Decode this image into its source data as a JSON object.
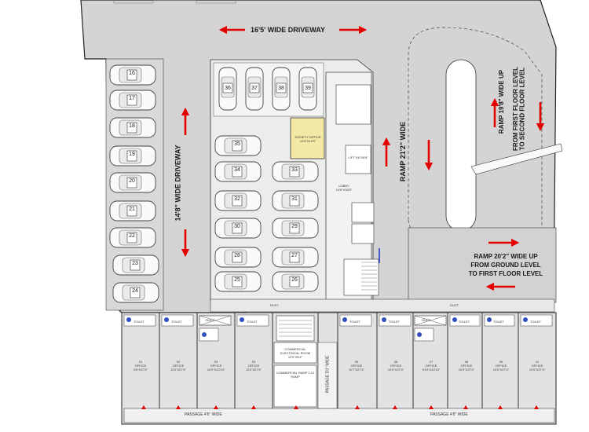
{
  "labels": {
    "driveway_top": "16'5' WIDE DRIVEWAY",
    "driveway_left": "14'8\" WIDE DRIVEWAY",
    "ramp_mid": "RAMP 21'2\" WIDE",
    "ramp_right_1": "RAMP 19'8\" WIDE UP",
    "ramp_right_2": "FROM FIRST FLOOR LEVEL",
    "ramp_right_3": "TO SECOND FLOOR LEVEL",
    "ramp_low_1": "RAMP 20'2\" WIDE UP",
    "ramp_low_2": "FROM GROUND LEVEL",
    "ramp_low_3": "TO FIRST FLOOR LEVEL",
    "passage_left": "PASSAGE 4'6\" WIDE",
    "passage_right": "PASSAGE 4'6\" WIDE",
    "passage_vertical": "PASSAGE 5'0\" WIDE",
    "society_office": "SOCIETY OFFICE 10'5\"X12'5\"",
    "lift": "LIFT 5'6\"X6'6\"",
    "lobby": "LOBBY 14'6\"X18'5\"",
    "electrical_room": "COMMERCIAL ELECTRICAL ROOM 12'0\"X5'4\"",
    "commercial_ramp": "COMMERCIAL RAMP 1:12 RAMP",
    "duct": "DUCT",
    "toilet": "TOILET"
  },
  "left_slots": [
    "16",
    "17",
    "18",
    "19",
    "20",
    "21",
    "22",
    "23",
    "24"
  ],
  "top_slots": [
    "36",
    "37",
    "38",
    "39"
  ],
  "mid_left_slots": [
    "35",
    "34",
    "32",
    "30",
    "28",
    "25"
  ],
  "mid_right_slots": [
    "33",
    "31",
    "29",
    "27",
    "26"
  ],
  "offices": [
    {
      "no": "01",
      "label": "OFFICE",
      "size": "9'6\"X27'4\""
    },
    {
      "no": "02",
      "label": "OFFICE",
      "size": "11'0\"X27'4\""
    },
    {
      "no": "03",
      "label": "OFFICE",
      "size": "10'0\"X22'10\""
    },
    {
      "no": "04",
      "label": "OFFICE",
      "size": "11'0\"X27'4\""
    },
    {
      "no": "05",
      "label": "OFFICE",
      "size": "11'7\"X27'4\""
    },
    {
      "no": "06",
      "label": "OFFICE",
      "size": "10'0\"X27'4\""
    },
    {
      "no": "07",
      "label": "OFFICE",
      "size": "9'10\"X22'10\""
    },
    {
      "no": "08",
      "label": "OFFICE",
      "size": "10'0\"X27'4\""
    },
    {
      "no": "09",
      "label": "OFFICE",
      "size": "10'0\"X27'4\""
    },
    {
      "no": "10",
      "label": "OFFICE",
      "size": "10'0\"X27'4\""
    }
  ],
  "colors": {
    "floor": "#d4d4d4",
    "office": "#e2e2e2",
    "arrow": "#e50000",
    "line": "#333333",
    "society": "#f3e8a6"
  }
}
